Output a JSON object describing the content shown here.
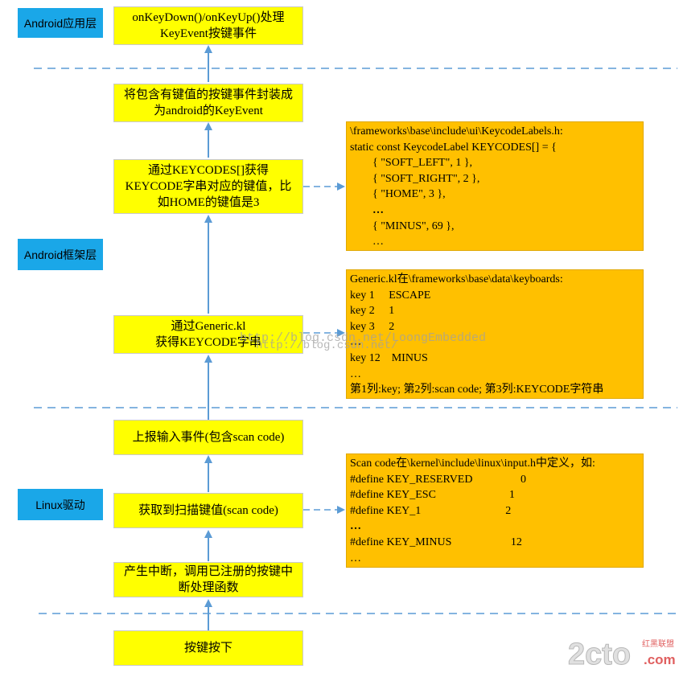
{
  "layers": {
    "app": "Android应用层",
    "framework": "Android框架层",
    "driver": "Linux驱动"
  },
  "steps": {
    "key_press": "按键按下",
    "interrupt": [
      "产生中断，调用已注册的按键中",
      "断处理函数"
    ],
    "get_scan": "获取到扫描键值(scan code)",
    "report_event": "上报输入事件(包含scan code)",
    "generic_kl": [
      "通过Generic.kl",
      "获得KEYCODE字串"
    ],
    "keycodes": [
      "通过KEYCODES[]获得",
      "KEYCODE字串对应的键值，比",
      "如HOME的键值是3"
    ],
    "wrap_event": [
      "将包含有键值的按键事件封装成",
      "为android的KeyEvent"
    ],
    "on_key": [
      "onKeyDown()/onKeyUp()处理",
      "KeyEvent按键事件"
    ]
  },
  "notes": {
    "keycode_labels": [
      "\\frameworks\\base\\include\\ui\\KeycodeLabels.h:",
      "static const KeycodeLabel KEYCODES[] = {",
      "        { \"SOFT_LEFT\", 1 },",
      "        { \"SOFT_RIGHT\", 2 },",
      "        { \"HOME\", 3 },",
      "        …",
      "        { \"MINUS\", 69 },",
      "        …"
    ],
    "generic_kl": [
      "Generic.kl在\\frameworks\\base\\data\\keyboards:",
      "key 1     ESCAPE",
      "key 2     1",
      "key 3     2",
      "…",
      "key 12    MINUS",
      "…",
      "第1列:key; 第2列:scan code; 第3列:KEYCODE字符串"
    ],
    "input_h": [
      "Scan code在\\kernel\\include\\linux\\input.h中定义，如:",
      "#define KEY_RESERVED                 0",
      "#define KEY_ESC                          1",
      "#define KEY_1                              2",
      "…",
      "#define KEY_MINUS                     12",
      "…"
    ]
  },
  "watermark": [
    "http://blog.csdn.net/LoongEmbedded",
    "http://blog.csdn.net/"
  ],
  "logo": {
    "brand": "2cto",
    "domain": ".com",
    "cn": "红黑联盟"
  },
  "colors": {
    "layer_bg": "#1aa7e8",
    "step_bg": "#ffff00",
    "note_bg": "#ffc000",
    "arrow": "#5b9bd5",
    "divider": "#5b9bd5"
  }
}
